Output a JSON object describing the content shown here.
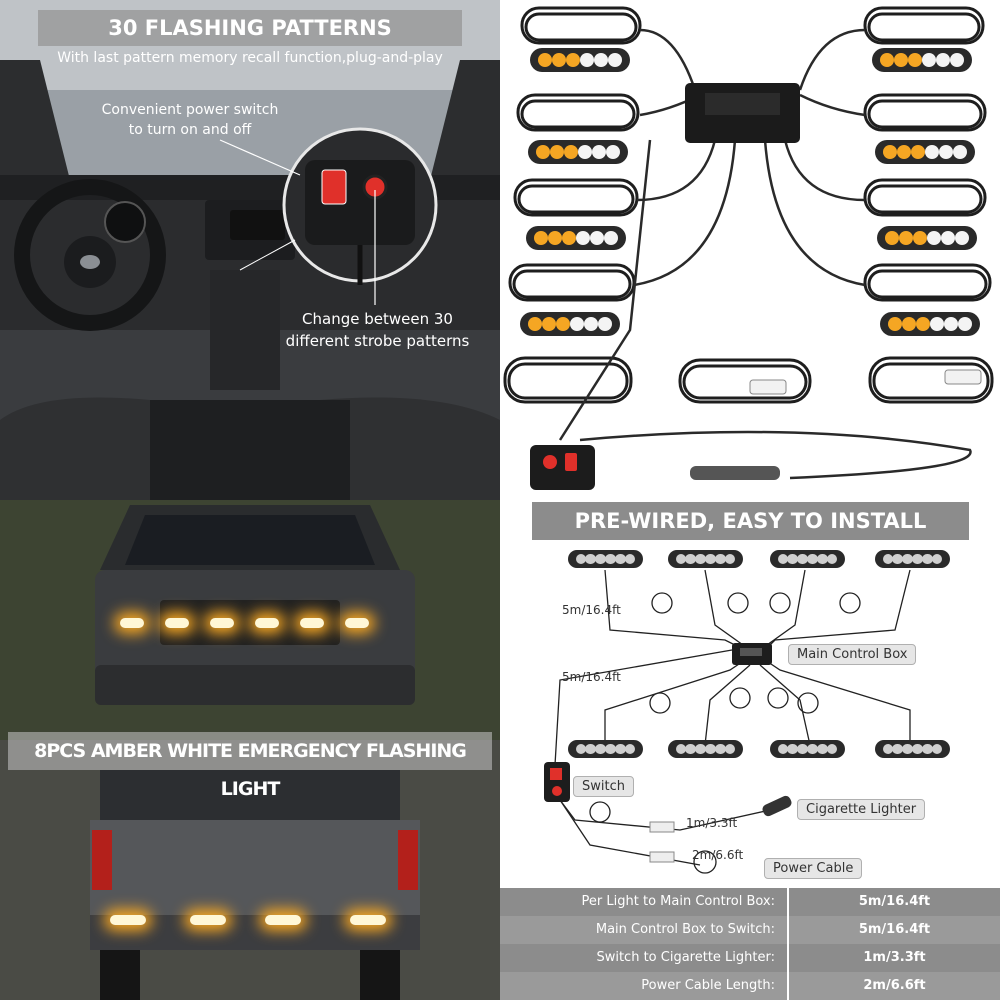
{
  "top_left": {
    "title": "30 FLASHING PATTERNS",
    "subtitle": "With last pattern memory recall function,plug-and-play",
    "annotation_power": "Convenient power switch\nto turn on and off",
    "annotation_strobe": "Change between 30\ndifferent strobe patterns"
  },
  "bottom_left": {
    "banner": "8PCS AMBER WHITE EMERGENCY FLASHING LIGHT"
  },
  "bottom_right": {
    "title": "PRE-WIRED, EASY TO INSTALL",
    "len_top": "5m/16.4ft",
    "len_mid": "5m/16.4ft",
    "len_cig": "1m/3.3ft",
    "len_power": "2m/6.6ft",
    "callout_control": "Main Control Box",
    "callout_switch": "Switch",
    "callout_cig": "Cigarette Lighter",
    "callout_power": "Power Cable"
  },
  "specs": [
    {
      "label": "Per Light to Main Control Box:",
      "value": "5m/16.4ft"
    },
    {
      "label": "Main Control Box to Switch:",
      "value": "5m/16.4ft"
    },
    {
      "label": "Switch to Cigarette Lighter:",
      "value": "1m/3.3ft"
    },
    {
      "label": "Power Cable Length:",
      "value": "2m/6.6ft"
    }
  ],
  "colors": {
    "amber": "#f5a623",
    "white_led": "#f4f4f4",
    "switch_red": "#e0302a",
    "banner_gray": "#8c8c8c"
  }
}
